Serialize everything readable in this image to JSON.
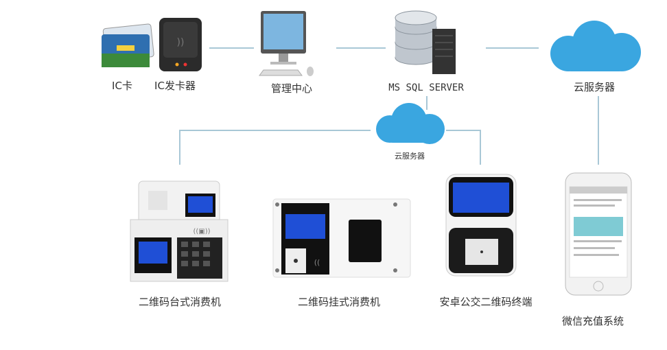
{
  "top_row": {
    "ic_card": "IC卡",
    "card_issuer": "IC发卡器",
    "management_center": "管理中心",
    "database_server": "MS SQL SERVER",
    "cloud_server": "云服务器"
  },
  "middle": {
    "cloud_server_small": "云服务器"
  },
  "bottom_row": {
    "desktop_terminal": "二维码台式消费机",
    "wall_terminal": "二维码挂式消费机",
    "bus_terminal": "安卓公交二维码终端",
    "wechat_recharge": "微信充值系统"
  },
  "colors": {
    "connector": "#a8c7d6",
    "cloud": "#3aa6e0",
    "screen": "#1f4fd6"
  }
}
